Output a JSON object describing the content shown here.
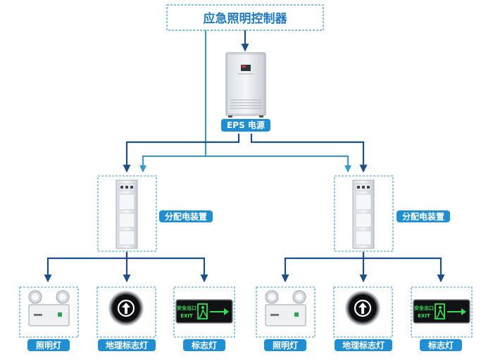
{
  "controller": {
    "title": "应急照明控制器"
  },
  "eps": {
    "label": "EPS 电源"
  },
  "distribution": {
    "left_label": "分配电装置",
    "right_label": "分配电装置"
  },
  "devices": {
    "left": [
      "照明灯",
      "地理标志灯",
      "标志灯"
    ],
    "right": [
      "照明灯",
      "地理标志灯",
      "标志灯"
    ]
  },
  "exit_sign": {
    "text_cn": "安全出口",
    "text_en": "EXIT"
  },
  "colors": {
    "dark_line": "#1a4f8b",
    "light_line": "#2e9bd6",
    "label_bg": "#1e8fd2",
    "dashed_box": "#3a9ad9",
    "title_text": "#1e78c2",
    "exit_green": "#2ee05a"
  }
}
